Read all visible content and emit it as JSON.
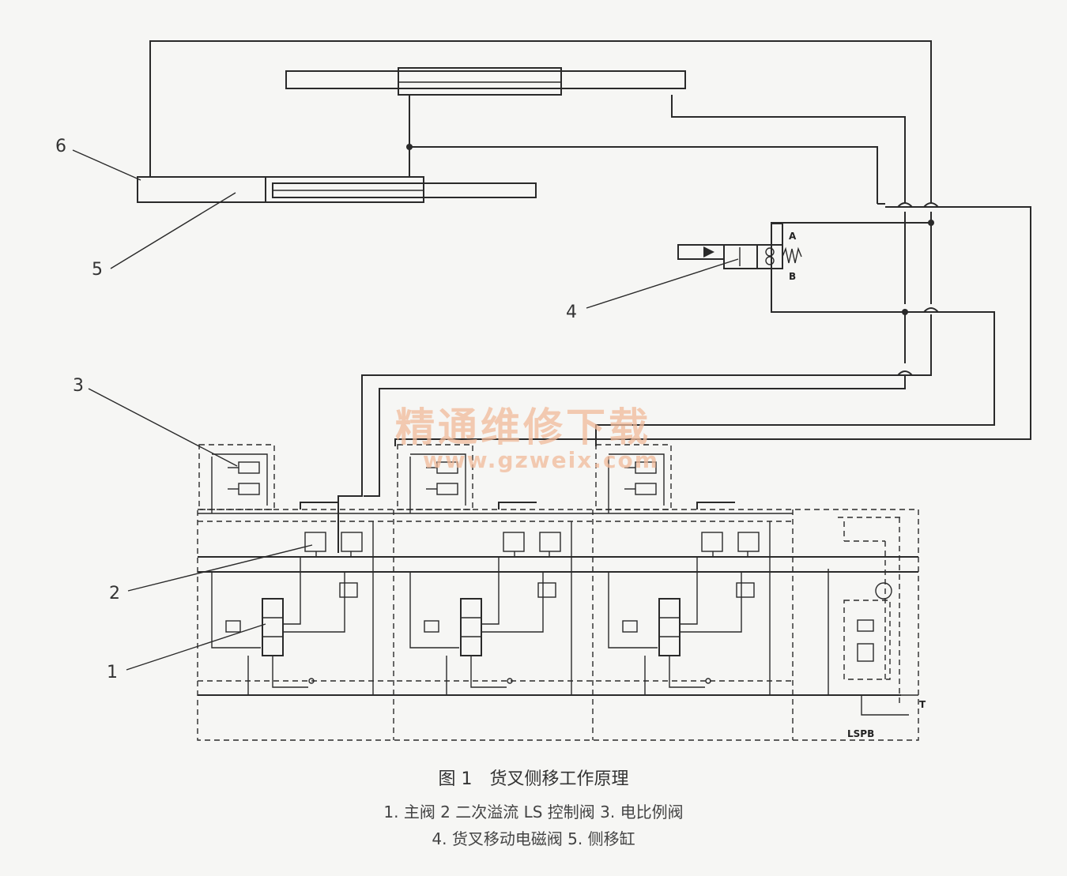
{
  "watermark": {
    "text": "精通维修下载",
    "url": "www.gzweix.com"
  },
  "callouts": [
    "1",
    "2",
    "3",
    "4",
    "5",
    "6"
  ],
  "ports": {
    "a": "A",
    "b": "B",
    "t": "T",
    "lspb": "LSPB"
  },
  "figure": {
    "title": "图 1　货叉侧移工作原理",
    "legend_line1": "1. 主阀  2 二次溢流 LS 控制阀  3. 电比例阀",
    "legend_line2": "4. 货叉移动电磁阀  5. 侧移缸"
  },
  "colors": {
    "line": "#2a2a2a",
    "watermark": "#f0b99a",
    "background": "#f6f6f4"
  }
}
